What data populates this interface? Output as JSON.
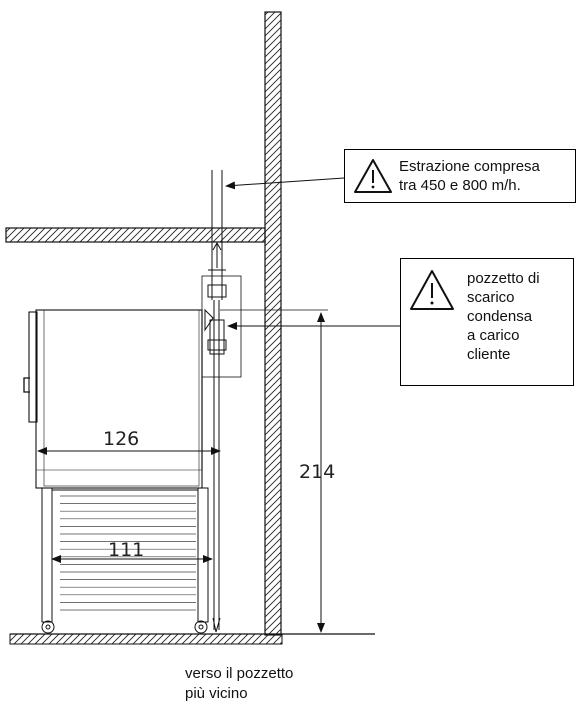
{
  "callouts": {
    "extraction": "Estrazione compresa\ntra 450 e 800 m/h.",
    "drain": "pozzetto di\nscarico\ncondensa\na carico\ncliente"
  },
  "dimensions": {
    "width_oven": "126",
    "width_stand": "111",
    "height_total": "214"
  },
  "footer_note": "verso il pozzetto\npiù vicino"
}
